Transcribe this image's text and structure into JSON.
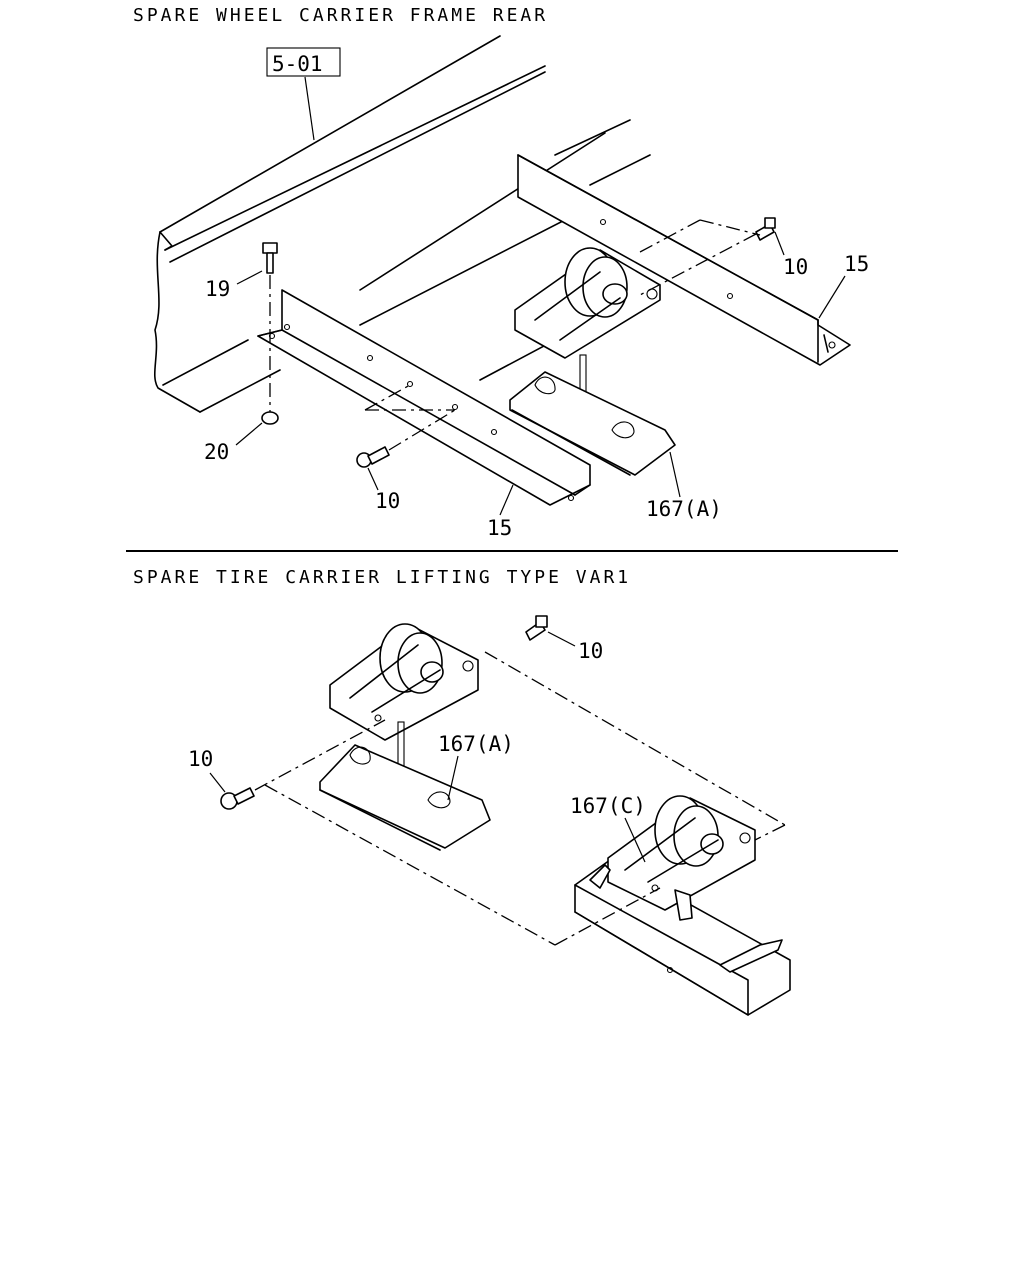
{
  "sections": [
    {
      "title": "SPARE WHEEL CARRIER FRAME REAR",
      "ref_box": "5-01",
      "callouts": [
        "19",
        "20",
        "10",
        "15",
        "10",
        "15",
        "167(A)"
      ]
    },
    {
      "title": "SPARE TIRE CARRIER LIFTING TYPE VAR1",
      "callouts": [
        "10",
        "10",
        "167(A)",
        "167(C)"
      ]
    }
  ]
}
